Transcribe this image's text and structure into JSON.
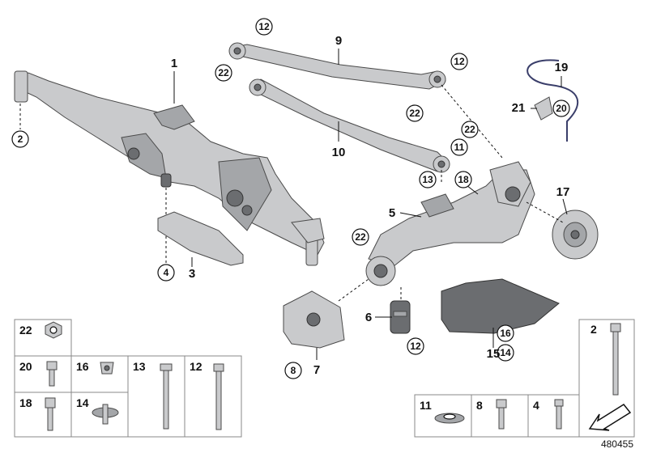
{
  "callouts": {
    "c1": "1",
    "c2": "2",
    "c3": "3",
    "c4": "4",
    "c5": "5",
    "c6": "6",
    "c7": "7",
    "c8": "8",
    "c9": "9",
    "c10": "10",
    "c11": "11",
    "c12a": "12",
    "c12b": "12",
    "c12c": "12",
    "c13": "13",
    "c14": "14",
    "c15": "15",
    "c16": "16",
    "c17": "17",
    "c18": "18",
    "c19": "19",
    "c20": "20",
    "c21": "21",
    "c22a": "22",
    "c22b": "22",
    "c22c": "22",
    "c22d": "22"
  },
  "table": {
    "t22": "22",
    "t20": "20",
    "t16": "16",
    "t13": "13",
    "t12": "12",
    "t18": "18",
    "t14": "14",
    "t2": "2",
    "t11": "11",
    "t8": "8",
    "t4": "4"
  },
  "diagram_number": "480455"
}
